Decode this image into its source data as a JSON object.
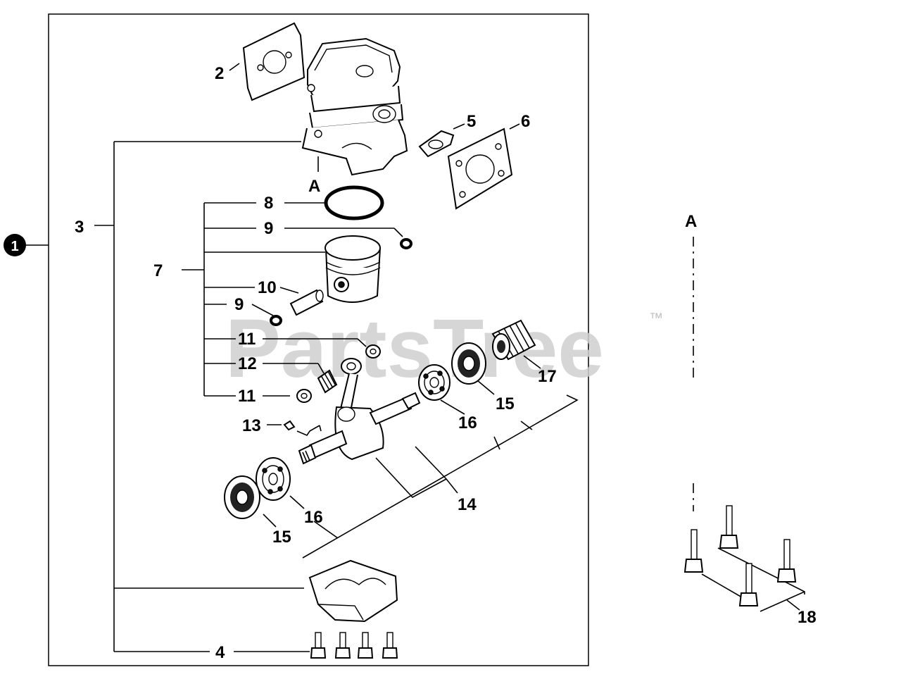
{
  "watermark": {
    "text": "PartsTree",
    "trademark": "™"
  },
  "assembly_marker": "1",
  "callouts": {
    "c2": "2",
    "c3": "3",
    "c4": "4",
    "c5": "5",
    "c6": "6",
    "c7": "7",
    "c8": "8",
    "c9a": "9",
    "c9b": "9",
    "c10": "10",
    "c11a": "11",
    "c11b": "11",
    "c12": "12",
    "c13": "13",
    "c14": "14",
    "c15a": "15",
    "c15b": "15",
    "c16a": "16",
    "c16b": "16",
    "c17": "17",
    "c18": "18"
  },
  "reference": {
    "a_main": "A",
    "a_detail": "A"
  }
}
